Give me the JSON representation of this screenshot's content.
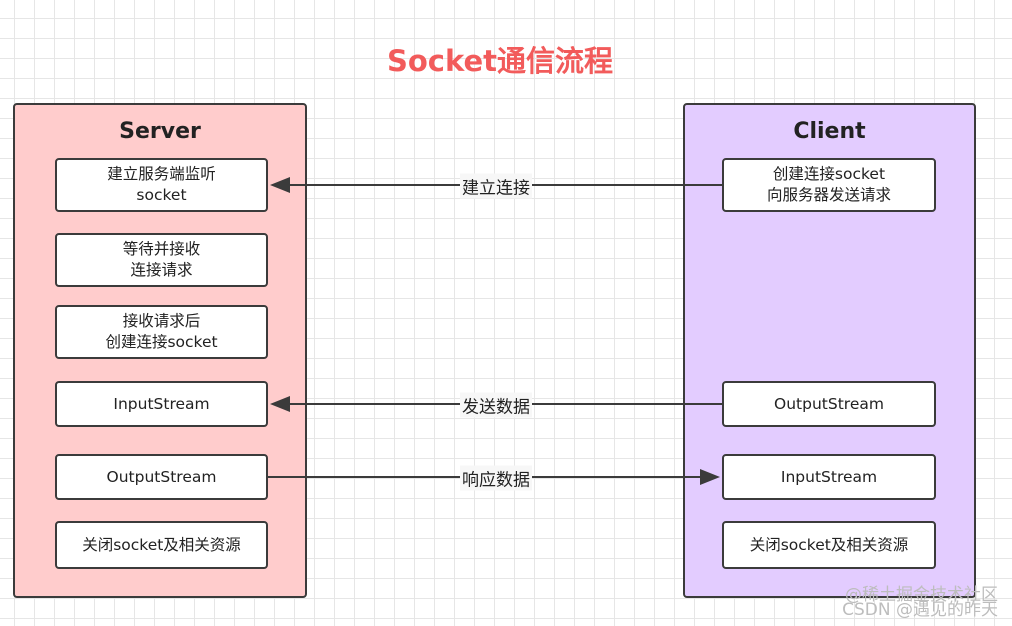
{
  "title": "Socket通信流程",
  "server": {
    "title": "Server",
    "steps": [
      "建立服务端监听\nsocket",
      "等待并接收\n连接请求",
      "接收请求后\n创建连接socket",
      "InputStream",
      "OutputStream",
      "关闭socket及相关资源"
    ]
  },
  "client": {
    "title": "Client",
    "steps": [
      "创建连接socket\n向服务器发送请求",
      "OutputStream",
      "InputStream",
      "关闭socket及相关资源"
    ]
  },
  "arrows": [
    {
      "label": "建立连接",
      "direction": "client-to-server"
    },
    {
      "label": "发送数据",
      "direction": "client-to-server"
    },
    {
      "label": "响应数据",
      "direction": "server-to-client"
    }
  ],
  "watermark": {
    "line1": "@稀土掘金技术社区",
    "line2": "CSDN @遇见的昨天"
  },
  "colors": {
    "title": "#f25b5b",
    "server_bg": "#ffcccc",
    "client_bg": "#e3ccff",
    "stroke": "#3b3b3b"
  }
}
